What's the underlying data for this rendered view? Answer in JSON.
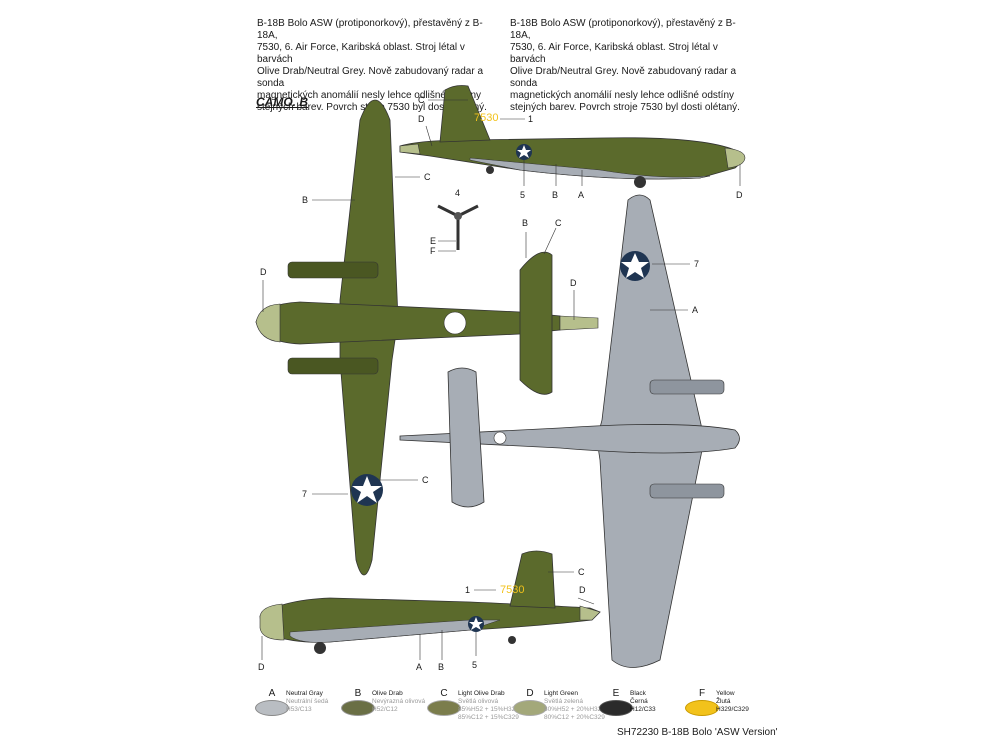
{
  "descriptions": {
    "left": "B-18B Bolo ASW (protiponorkový), přestavěný z B-18A,\n7530, 6. Air Force, Karibská oblast. Stroj létal v barvách\nOlive Drab/Neutral Grey. Nově zabudovaný radar a sonda\nmagnetických anomálií nesly lehce odlišné odstíny\nstejných barev. Povrch stroje 7530 byl dosti olétaný.",
    "right": "B-18B Bolo ASW (protiponorkový), přestavěný z B-18A,\n7530, 6. Air Force, Karibská oblast. Stroj létal v barvách\nOlive Drab/Neutral Grey. Nově zabudovaný radar a sonda\nmagnetických anomálií nesly lehce odlišné odstíny\nstejných barev. Povrch stroje 7530 byl dosti olétaný."
  },
  "camo_label": "CAMO. B",
  "serial": "7530",
  "callouts": {
    "side_top": [
      "C",
      "1",
      "D",
      "5",
      "B",
      "A",
      "D"
    ],
    "top_view": [
      "C",
      "B",
      "D",
      "7",
      "C"
    ],
    "propeller": [
      "4",
      "E",
      "F"
    ],
    "tail_top": [
      "B",
      "C",
      "D"
    ],
    "bottom_view": [
      "7",
      "A"
    ],
    "side_bottom": [
      "1",
      "C",
      "D",
      "D",
      "A",
      "B",
      "5"
    ]
  },
  "colors": {
    "olive_drab": "#5b6a2c",
    "olive_dark": "#4a5722",
    "neutral_gray": "#a7adb5",
    "light_green": "#b6bf8c",
    "insignia_blue": "#1f3552",
    "yellow": "#f2c21b"
  },
  "legend": [
    {
      "letter": "A",
      "name": "Neutral Gray",
      "local": "Neutrální šedá",
      "code1": "H53/C13",
      "code2": "",
      "color": "#b9bdc2",
      "outline": "#e8e8e8"
    },
    {
      "letter": "B",
      "name": "Olive Drab",
      "local": "Nevýrazná olivová",
      "code1": "H52/C12",
      "code2": "",
      "color": "#6a6f45",
      "outline": "#d9d6c8"
    },
    {
      "letter": "C",
      "name": "Light Olive Drab",
      "local": "Světlá olivová",
      "code1": "85%H52 + 15%H329",
      "code2": "85%C12 + 15%C329",
      "color": "#7b7d4c",
      "outline": "#e2e0cc"
    },
    {
      "letter": "D",
      "name": "Light Green",
      "local": "Světlá zelená",
      "code1": "80%H52 + 20%H329",
      "code2": "80%C12 + 20%C329",
      "color": "#a3a87a",
      "outline": "#e6e7d6"
    },
    {
      "letter": "E",
      "name": "Black",
      "local": "Černá",
      "code1": "H12/C33",
      "code2": "",
      "color": "#2b2b2b",
      "outline": "#555"
    },
    {
      "letter": "F",
      "name": "Yellow",
      "local": "Žlutá",
      "code1": "H329/C329",
      "code2": "",
      "color": "#f2c21b",
      "outline": "#c99a00"
    }
  ],
  "footer": "SH72230  B-18B Bolo 'ASW Version'"
}
